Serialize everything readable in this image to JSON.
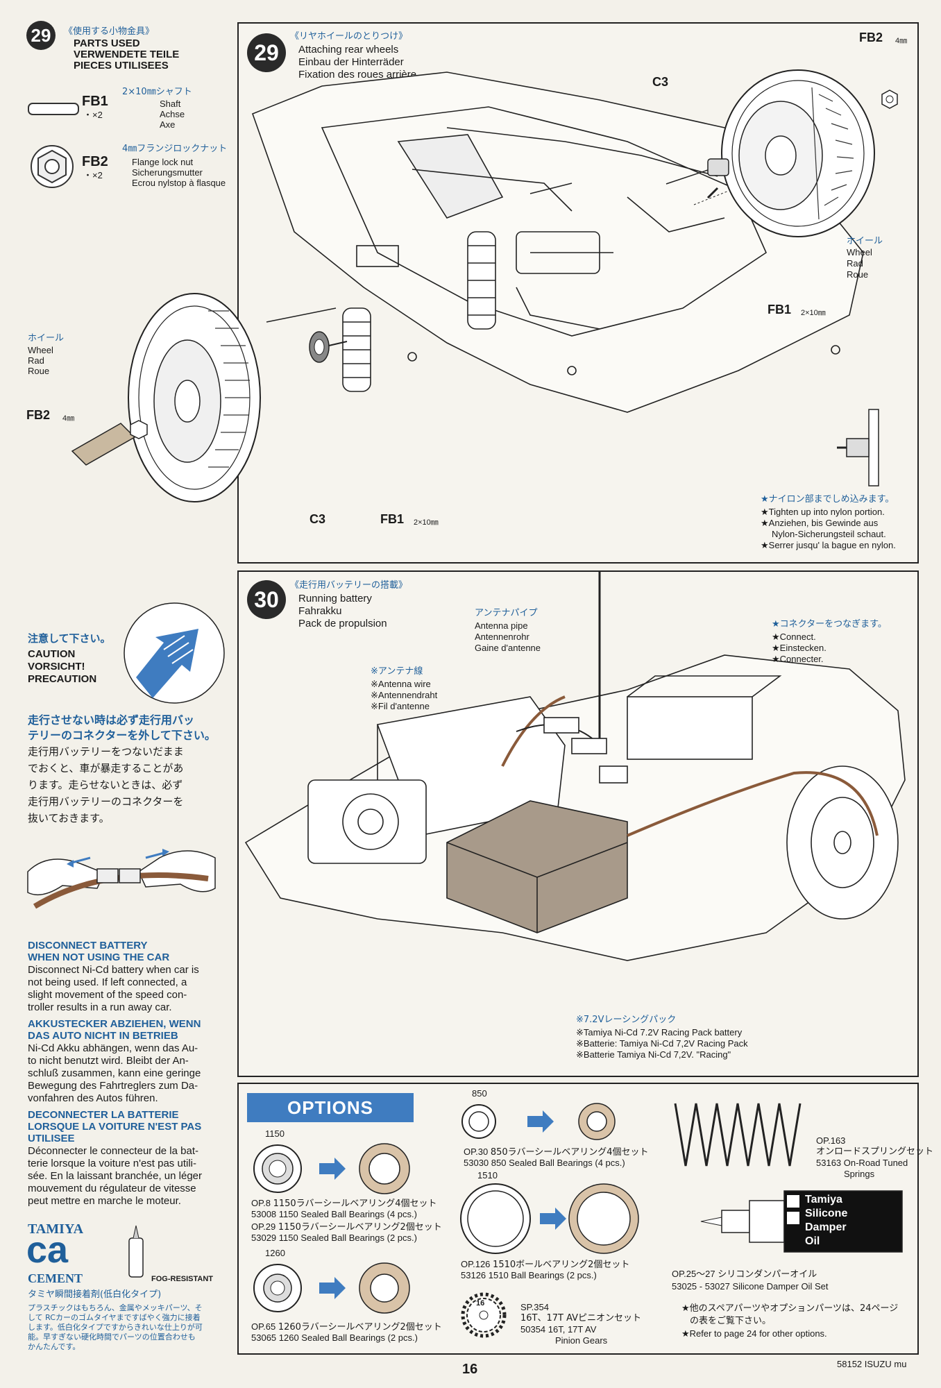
{
  "step29_parts": {
    "badge": "29",
    "title_jp": "《使用する小物金具》",
    "title_en": "PARTS USED",
    "title_de": "VERWENDETE TEILE",
    "title_fr": "PIECES UTILISEES",
    "fb1": {
      "code": "FB1",
      "qty": "・×2",
      "jp": "2×10㎜シャフト",
      "en": "Shaft",
      "de": "Achse",
      "fr": "Axe"
    },
    "fb2": {
      "code": "FB2",
      "qty": "・×2",
      "jp": "4㎜フランジロックナット",
      "en": "Flange lock nut",
      "de": "Sicherungsmutter",
      "fr": "Ecrou nylstop à flasque"
    }
  },
  "step29": {
    "badge": "29",
    "title_jp": "《リヤホイールのとりつけ》",
    "title_en": "Attaching rear wheels",
    "title_de": "Einbau der Hinterräder",
    "title_fr": "Fixation des roues arrière",
    "labels": {
      "fb2_top": "FB2",
      "fb2_top_size": "4㎜",
      "c3_top": "C3",
      "wheel_right_jp": "ホイール",
      "wheel_right_en": "Wheel",
      "wheel_right_de": "Rad",
      "wheel_right_fr": "Roue",
      "fb1_right": "FB1",
      "fb1_right_size": "2×10㎜",
      "wheel_left_jp": "ホイール",
      "wheel_left_en": "Wheel",
      "wheel_left_de": "Rad",
      "wheel_left_fr": "Roue",
      "fb2_left": "FB2",
      "fb2_left_size": "4㎜",
      "c3_bottom": "C3",
      "fb1_bottom": "FB1",
      "fb1_bottom_size": "2×10㎜"
    },
    "note_jp": "★ナイロン部までしめ込みます。",
    "note_en": "★Tighten up into nylon portion.",
    "note_de1": "★Anziehen, bis Gewinde aus",
    "note_de2": "Nylon-Sicherungsteil schaut.",
    "note_fr": "★Serrer jusqu' la bague en nylon."
  },
  "caution": {
    "jp_title": "注意して下さい。",
    "en": "CAUTION",
    "de": "VORSICHT!",
    "fr": "PRECAUTION",
    "jp_lead1": "走行させない時は必ず走行用バッ",
    "jp_lead2": "テリーのコネクターを外して下さい。",
    "jp_body1": "走行用バッテリーをつないだまま",
    "jp_body2": "でおくと、車が暴走することがあ",
    "jp_body3": "ります。走らせないときは、必ず",
    "jp_body4": "走行用バッテリーのコネクターを",
    "jp_body5": "抜いておきます。",
    "en_head1": "DISCONNECT BATTERY",
    "en_head2": "WHEN NOT USING THE CAR",
    "en_body1": "Disconnect Ni-Cd battery when car is",
    "en_body2": "not being used. If left connected, a",
    "en_body3": "slight movement of the speed con-",
    "en_body4": "troller results in a run away car.",
    "de_head1": "AKKUSTECKER ABZIEHEN, WENN",
    "de_head2": "DAS AUTO NICHT IN BETRIEB",
    "de_body1": "Ni-Cd Akku abhängen, wenn das Au-",
    "de_body2": "to nicht benutzt wird. Bleibt der An-",
    "de_body3": "schluß zusammen, kann eine geringe",
    "de_body4": "Bewegung des Fahrtreglers zum Da-",
    "de_body5": "vonfahren des Autos führen.",
    "fr_head1": "DECONNECTER LA BATTERIE",
    "fr_head2": "LORSQUE LA VOITURE N'EST PAS",
    "fr_head3": "UTILISEE",
    "fr_body1": "Déconnecter le connecteur de la bat-",
    "fr_body2": "terie lorsque la voiture n'est pas utili-",
    "fr_body3": "sée. En la laissant branchée, un léger",
    "fr_body4": "mouvement du régulateur de vitesse",
    "fr_body5": "peut mettre en marche le moteur."
  },
  "step30": {
    "badge": "30",
    "title_jp": "《走行用バッテリーの搭載》",
    "title_en": "Running battery",
    "title_de": "Fahrakku",
    "title_fr": "Pack de propulsion",
    "antenna_pipe_jp": "アンテナパイプ",
    "antenna_pipe_en": "Antenna pipe",
    "antenna_pipe_de": "Antennenrohr",
    "antenna_pipe_fr": "Gaine d'antenne",
    "antenna_wire_jp": "※アンテナ線",
    "antenna_wire_en": "※Antenna wire",
    "antenna_wire_de": "※Antennendraht",
    "antenna_wire_fr": "※Fil d'antenne",
    "connect_jp": "★コネクターをつなぎます。",
    "connect_en": "★Connect.",
    "connect_de": "★Einstecken.",
    "connect_fr": "★Connecter.",
    "battery_jp": "※7.2Vレーシングパック",
    "battery_en": "※Tamiya Ni-Cd 7.2V Racing Pack battery",
    "battery_de": "※Batterie: Tamiya Ni-Cd 7,2V Racing Pack",
    "battery_fr": "※Batterie Tamiya Ni-Cd 7,2V. \"Racing\""
  },
  "cement": {
    "brand": "TAMIYA",
    "product": "ca",
    "sub": "CEMENT",
    "fog": "FOG-RESISTANT",
    "jp_title": "タミヤ瞬間接着剤(低白化タイプ)",
    "jp_body1": "プラスチックはもちろん、金属やメッキパーツ、そ",
    "jp_body2": "して RCカーのゴムタイヤまですばやく強力に接着",
    "jp_body3": "します。低白化タイプですからきれいな仕上りが可",
    "jp_body4": "能。早すぎない硬化時間でパーツの位置合わせも",
    "jp_body5": "かんたんです。"
  },
  "options": {
    "title": "OPTIONS",
    "b1150": {
      "size": "1150",
      "op1": "OP.8",
      "op1_jp": "1150ラバーシールベアリング4個セット",
      "op1_code": "53008  1150 Sealed Ball Bearings (4 pcs.)",
      "op2": "OP.29",
      "op2_jp": "1150ラバーシールベアリング2個セット",
      "op2_code": "53029  1150 Sealed Ball Bearings (2 pcs.)"
    },
    "b1260": {
      "size": "1260",
      "op": "OP.65",
      "op_jp": "1260ラバーシールベアリング2個セット",
      "op_code": "53065  1260 Sealed Ball Bearings (2 pcs.)"
    },
    "b850": {
      "size": "850",
      "op": "OP.30",
      "op_jp": "850ラバーシールベアリング4個セット",
      "op_code": "53030  850 Sealed Ball Bearings (4 pcs.)"
    },
    "b1510": {
      "size": "1510",
      "op": "OP.126",
      "op_jp": "1510ボールベアリング2個セット",
      "op_code": "53126  1510 Ball Bearings (2 pcs.)"
    },
    "pinion": {
      "gear": "16",
      "op": "SP.354",
      "op_jp": "16T、17T AVピニオンセット",
      "op_code": "50354  16T, 17T AV",
      "op_code2": "Pinion Gears"
    },
    "spring": {
      "op": "OP.163",
      "op_jp": "オンロードスプリングセット",
      "op_code": "53163  On-Road Tuned",
      "op_code2": "Springs"
    },
    "oil": {
      "label1": "Tamiya",
      "label2": "Silicone",
      "label3": "Damper",
      "label4": "Oil",
      "op": "OP.25～27",
      "op_jp": "シリコンダンパーオイル",
      "op_code": "53025 - 53027 Silicone Damper Oil Set"
    },
    "note_jp1": "★他のスペアパーツやオプションパーツは、24ページ",
    "note_jp2": "の表をご覧下さい。",
    "note_en": "★Refer to page 24 for other options."
  },
  "footer": {
    "page": "16",
    "code": "58152 ISUZU mu"
  }
}
